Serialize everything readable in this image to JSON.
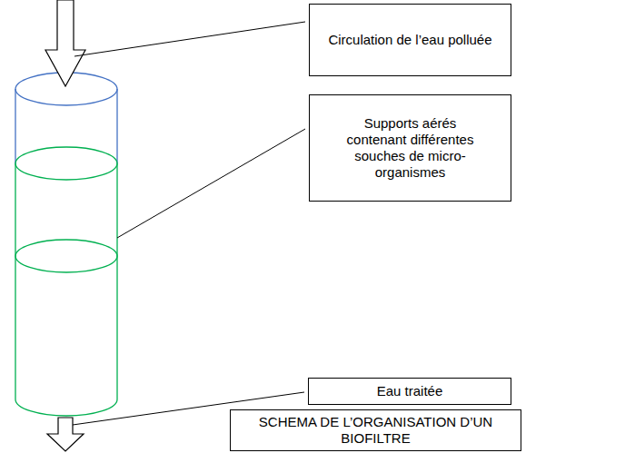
{
  "diagram": {
    "nodes": [
      {
        "text": [
          "Circulation de l’eau polluée"
        ]
      },
      {
        "text": [
          "Supports aérés contenant différentes souches de micro-organismes"
        ]
      },
      {
        "text": [
          "Eau traitée"
        ]
      },
      {
        "text": [
          "SCHEMA DE L’ORGANISATION D’UN BIOFILTRE"
        ]
      }
    ]
  }
}
